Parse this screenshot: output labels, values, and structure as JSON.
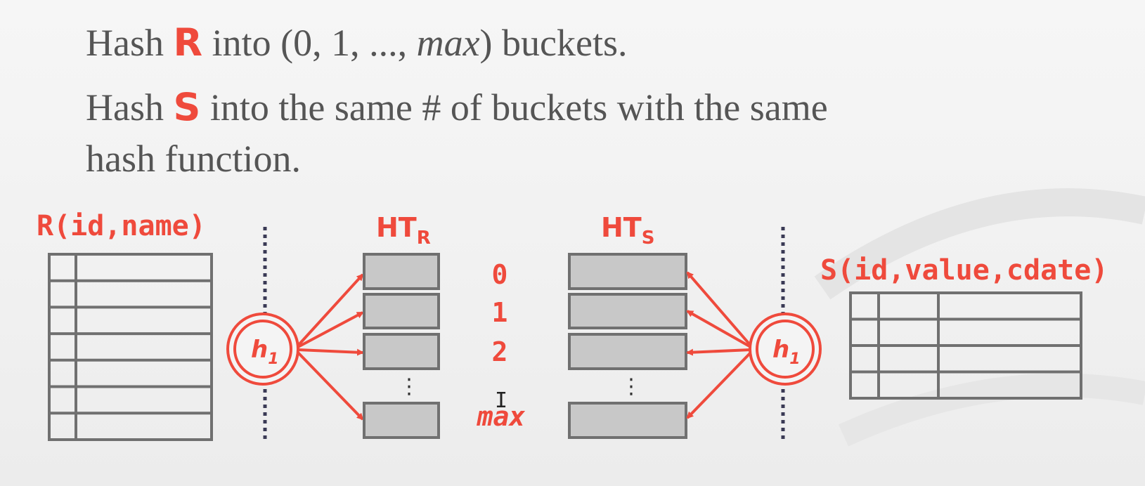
{
  "text": {
    "line1": {
      "pre": "Hash ",
      "rel": "R",
      "mid": " into (0, 1, ..., ",
      "max": "max",
      "post": ") buckets."
    },
    "line2": {
      "pre": "Hash ",
      "rel": "S",
      "post": " into the same # of buckets with the same"
    },
    "line3": "hash function."
  },
  "diagram": {
    "table_r_label": "R(id,name)",
    "table_s_label": "S(id,value,cdate)",
    "ht_r": {
      "base": "HT",
      "sub": "R"
    },
    "ht_s": {
      "base": "HT",
      "sub": "S"
    },
    "hash_fn": {
      "base": "h",
      "sub": "1"
    },
    "bucket_indices": [
      "0",
      "1",
      "2",
      "max"
    ],
    "ellipsis": "⋮",
    "cursor": "I"
  },
  "colors": {
    "accent": "#ef4a3c",
    "text": "#555555",
    "table_stroke": "#707070",
    "bucket_fill": "#c8c8c8",
    "divider": "#3a3a55"
  }
}
